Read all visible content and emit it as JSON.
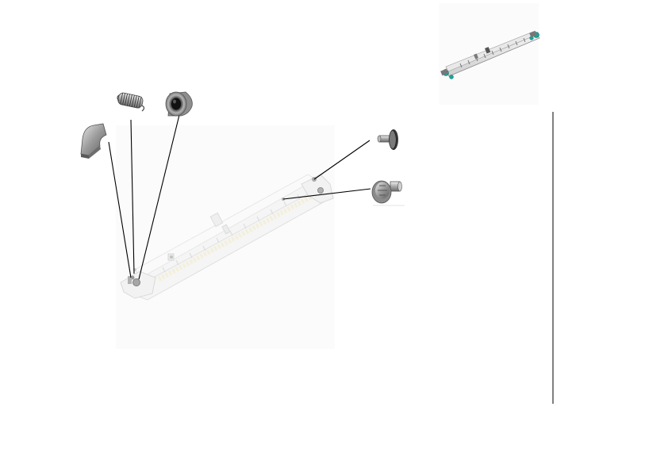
{
  "diagram": {
    "type": "exploded-parts-view",
    "main_assembly": "rail-assembly",
    "reference_thumbnail": "assembled-rail-thumbnail",
    "parts": [
      {
        "name": "clip-plate",
        "icon": "clip-plate-icon"
      },
      {
        "name": "tension-spring",
        "icon": "spring-icon"
      },
      {
        "name": "bushing-ring",
        "icon": "bushing-icon"
      },
      {
        "name": "shoulder-pin",
        "icon": "pin-icon"
      },
      {
        "name": "flange-screw",
        "icon": "screw-icon"
      }
    ],
    "colors": {
      "metal_dark": "#6a6a6a",
      "metal_light": "#c8c8c8",
      "ghost_assembly": "#e6e6e6",
      "leader_line": "#000000",
      "accent_teal": "#1aa59a"
    }
  }
}
